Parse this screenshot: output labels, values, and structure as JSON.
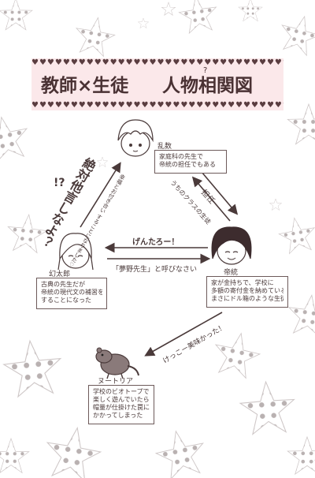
{
  "title": {
    "left": "教師×生徒",
    "right": "人物相関図",
    "ruby_mark": "?"
  },
  "heart_rows": {
    "top": "♥♥♥♥♥♥♥♥♥♥♥♥♥♥♥♥♥♥♥♥♥♥♥♥♥♥♥♥♥♥♥♥♥♥♥♥♥♥♥♥♥♥",
    "bottom": "♥♥♥♥♥♥♥♥♥♥♥♥♥♥♥♥♥♥♥♥♥♥♥♥♥♥♥♥♥♥♥♥♥♥♥♥♥♥♥♥♥♥"
  },
  "characters": {
    "ransu": {
      "name": "乱数",
      "desc": [
        "家庭科の先生で",
        "帝統の担任でもある"
      ]
    },
    "gentaro": {
      "name": "幻太郎",
      "desc": [
        "古典の先生だが",
        "帝統の現代文の補習を",
        "することになった"
      ]
    },
    "daisu": {
      "name": "帝統",
      "desc": [
        "家が金持ちで、学校に",
        "多額の寄付金を納めている",
        "まさにドル箱のような生徒"
      ]
    },
    "nutria": {
      "name": "ヌートリア",
      "desc": [
        "学校のビオトープで",
        "楽しく遊んでいたら",
        "帽量が仕掛けた罠に",
        "かかってしまった"
      ]
    }
  },
  "relations": {
    "gentaro_to_ransu_big": "絶対他言しなよ？",
    "gentaro_to_ransu_exclaim": "!?",
    "gentaro_to_ransu_small": [
      "幸福とお付き合い",
      "することになりました♡"
    ],
    "daisu_to_ransu_label": "担任",
    "daisu_to_ransu_sub": "うちのクラスの生徒",
    "daisu_to_gentaro": "げんたろー！",
    "gentaro_to_daisu": "「夢野先生」と呼びなさい",
    "daisu_to_nutria": "けっこー美味かった！"
  }
}
